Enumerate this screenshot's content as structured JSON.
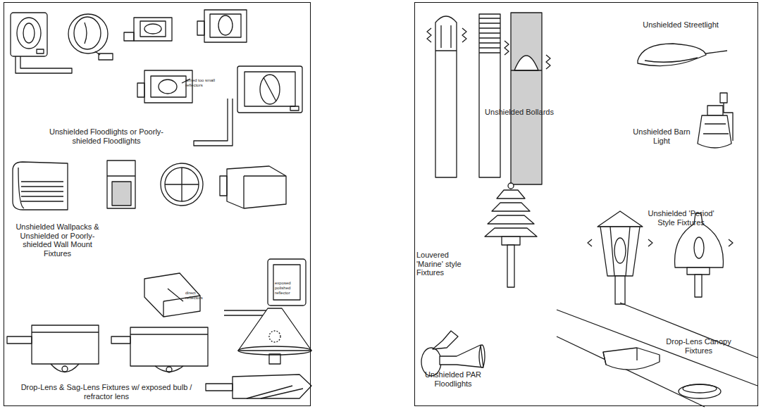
{
  "diagram": {
    "nodes": [
      {
        "text": [
          "aimed too small reflectors",
          "Unshielded Floodlights or Poorly-shielded Floodlights",
          "Unshielded Wallpacks & Unshielded or Poorly-shielded Wall Mount Fixtures",
          "direct reflectors",
          "exposed polished reflector",
          "Drop-Lens & Sag-Lens Fixtures w/ exposed bulb / refractor lens"
        ]
      },
      {
        "text": [
          "Unshielded Streetlight",
          "Unshielded Bollards",
          "Unshielded Barn Light",
          "Unshielded 'Period' Style Fixtures",
          "Louvered 'Marine' style Fixtures",
          "Drop-Lens Canopy Fixtures",
          "Unshielded PAR Floodlights"
        ]
      }
    ]
  }
}
